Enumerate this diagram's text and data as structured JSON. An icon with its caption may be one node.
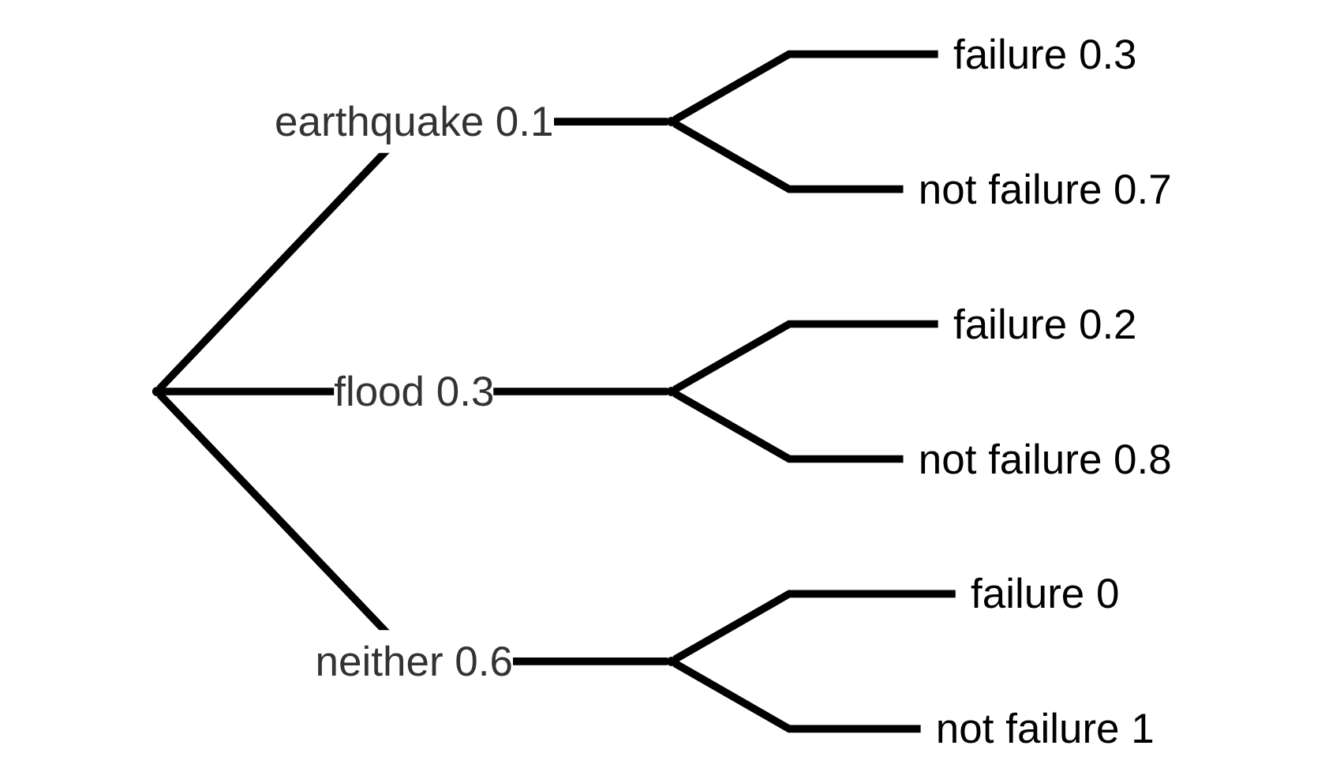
{
  "diagram": {
    "nodes": [
      {
        "text": [],
        "shape": "circle"
      },
      {
        "text": [],
        "shape": "circle"
      },
      {
        "text": [],
        "shape": "circle"
      },
      {
        "text": [],
        "shape": "circle"
      },
      {
        "text": [
          "failure 0.3"
        ]
      },
      {
        "text": [
          "not failure 0.7"
        ]
      },
      {
        "text": [
          "failure 0.2"
        ]
      },
      {
        "text": [
          "not failure 0.8"
        ]
      },
      {
        "text": [
          "failure 0"
        ]
      },
      {
        "text": [
          "not failure 1"
        ]
      }
    ],
    "edges": [
      {
        "from": 0,
        "to": 1,
        "arrow": "none",
        "label": "earthquake 0.1"
      },
      {
        "from": 0,
        "to": 2,
        "arrow": "none",
        "label": "flood 0.3"
      },
      {
        "from": 0,
        "to": 3,
        "arrow": "none",
        "label": "neither 0.6"
      },
      {
        "from": 1,
        "to": 4,
        "arrow": "none"
      },
      {
        "from": 1,
        "to": 5,
        "arrow": "none"
      },
      {
        "from": 2,
        "to": 6,
        "arrow": "none"
      },
      {
        "from": 2,
        "to": 7,
        "arrow": "none"
      },
      {
        "from": 3,
        "to": 8,
        "arrow": "none"
      },
      {
        "from": 3,
        "to": 9,
        "arrow": "none"
      }
    ]
  }
}
